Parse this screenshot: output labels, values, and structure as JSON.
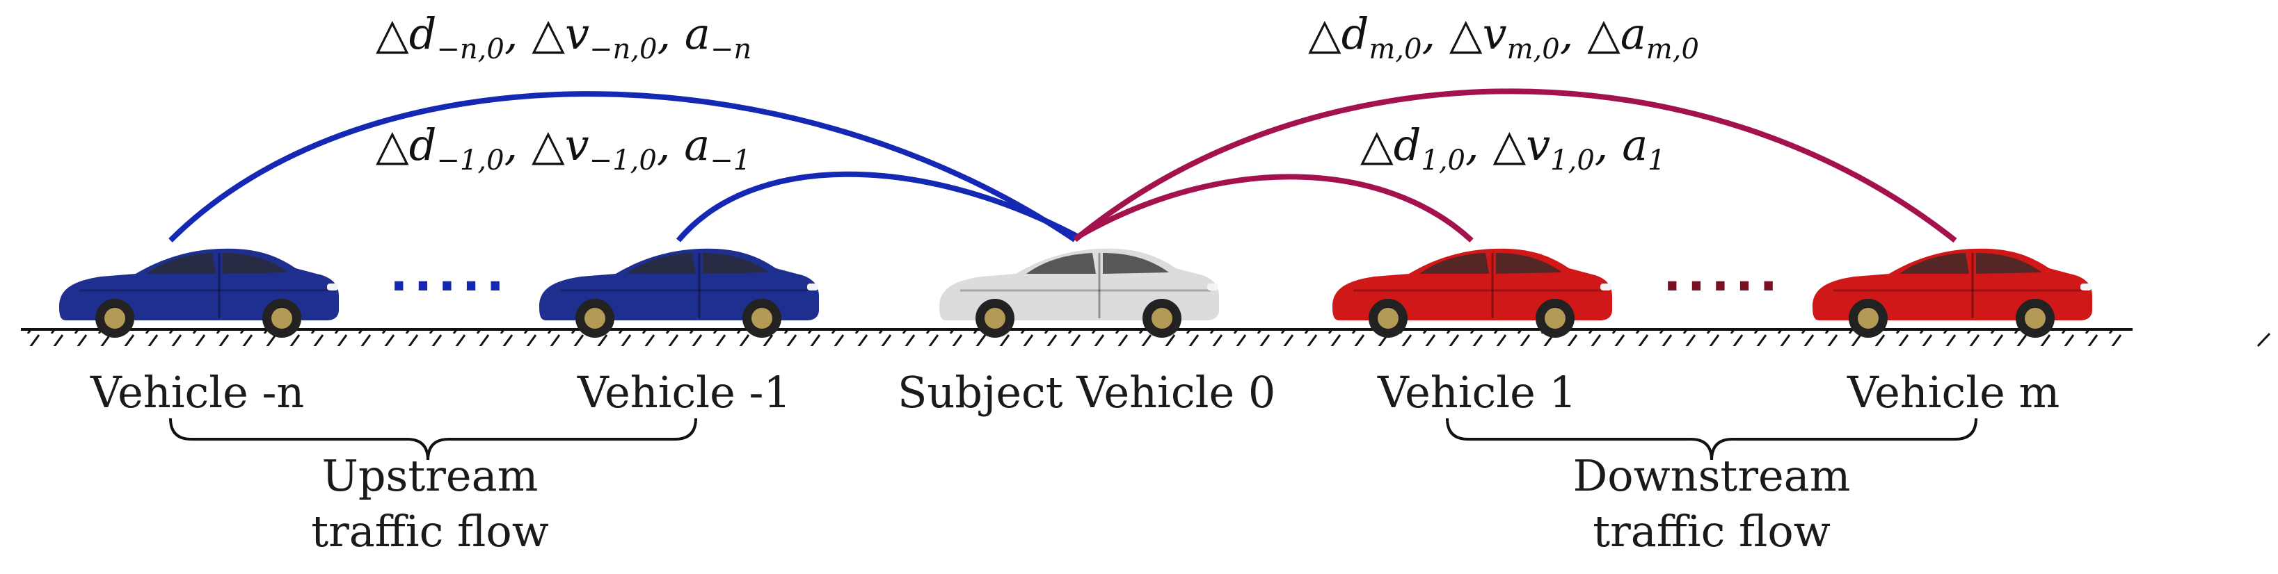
{
  "vehicles": [
    {
      "label": "Vehicle -n",
      "color": "#1f2f8f"
    },
    {
      "label": "Vehicle -1",
      "color": "#1f2f8f"
    },
    {
      "label": "Subject Vehicle 0",
      "color": "#d9d9d9"
    },
    {
      "label": "Vehicle 1",
      "color": "#d01818"
    },
    {
      "label": "Vehicle m",
      "color": "#d01818"
    }
  ],
  "groups": {
    "upstream": {
      "line1": "Upstream",
      "line2": "traffic flow"
    },
    "downstream": {
      "line1": "Downstream",
      "line2": "traffic flow"
    }
  },
  "arrows": {
    "upstream_far": {
      "color": "#1428b4",
      "d": "d",
      "d_sub": "−n,0",
      "v": "v",
      "v_sub": "−n,0",
      "a": "a",
      "a_sub": "−n",
      "triangle": "△",
      "sep": ", "
    },
    "upstream_near": {
      "color": "#1428b4",
      "d": "d",
      "d_sub": "−1,0",
      "v": "v",
      "v_sub": "−1,0",
      "a": "a",
      "a_sub": "−1",
      "triangle": "△",
      "sep": ", "
    },
    "downstream_far": {
      "color": "#a3124c",
      "d": "d",
      "d_sub": "m,0",
      "v": "v",
      "v_sub": "m,0",
      "a": "a",
      "a_sub": "m,0",
      "triangle": "△",
      "sep": ", "
    },
    "downstream_near": {
      "color": "#a3124c",
      "d": "d",
      "d_sub": "1,0",
      "v": "v",
      "v_sub": "1,0",
      "a": "a",
      "a_sub": "1",
      "triangle": "△",
      "sep": ", "
    }
  },
  "ellipsis": {
    "upstream": ".....",
    "downstream": "....."
  },
  "colors": {
    "ground": "#111111",
    "upstream_dots": "#1428b4",
    "downstream_dots": "#7a1020"
  }
}
